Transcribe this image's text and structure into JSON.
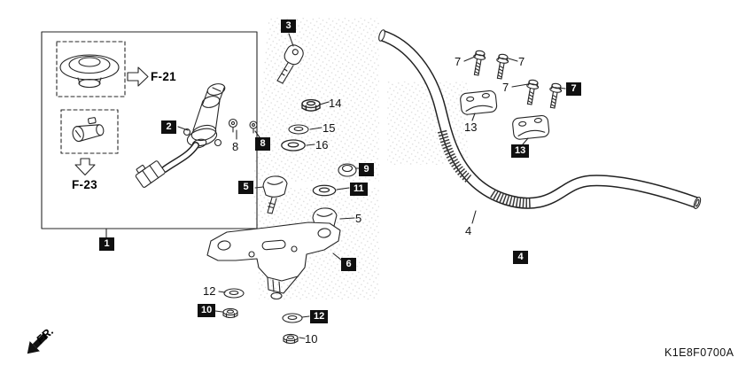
{
  "diagram": {
    "code": "K1E8F0700A",
    "front_label": "FR."
  },
  "references": {
    "f21": "F-21",
    "f23": "F-23"
  },
  "part_labels": [
    {
      "part": "3",
      "style": "boxed"
    },
    {
      "part": "14",
      "style": "plain"
    },
    {
      "part": "15",
      "style": "plain"
    },
    {
      "part": "16",
      "style": "plain"
    },
    {
      "part": "2",
      "style": "boxed"
    },
    {
      "part": "8",
      "style": "plain"
    },
    {
      "part": "8",
      "style": "boxed"
    },
    {
      "part": "9",
      "style": "boxed"
    },
    {
      "part": "11",
      "style": "boxed"
    },
    {
      "part": "5",
      "style": "boxed"
    },
    {
      "part": "5",
      "style": "plain"
    },
    {
      "part": "6",
      "style": "boxed"
    },
    {
      "part": "12",
      "style": "plain"
    },
    {
      "part": "10",
      "style": "boxed"
    },
    {
      "part": "12",
      "style": "boxed"
    },
    {
      "part": "10",
      "style": "plain"
    },
    {
      "part": "1",
      "style": "boxed"
    },
    {
      "part": "4",
      "style": "plain"
    },
    {
      "part": "4",
      "style": "boxed"
    },
    {
      "part": "7",
      "style": "plain"
    },
    {
      "part": "7",
      "style": "plain"
    },
    {
      "part": "7",
      "style": "plain"
    },
    {
      "part": "7",
      "style": "boxed"
    },
    {
      "part": "13",
      "style": "plain"
    },
    {
      "part": "13",
      "style": "boxed"
    }
  ]
}
